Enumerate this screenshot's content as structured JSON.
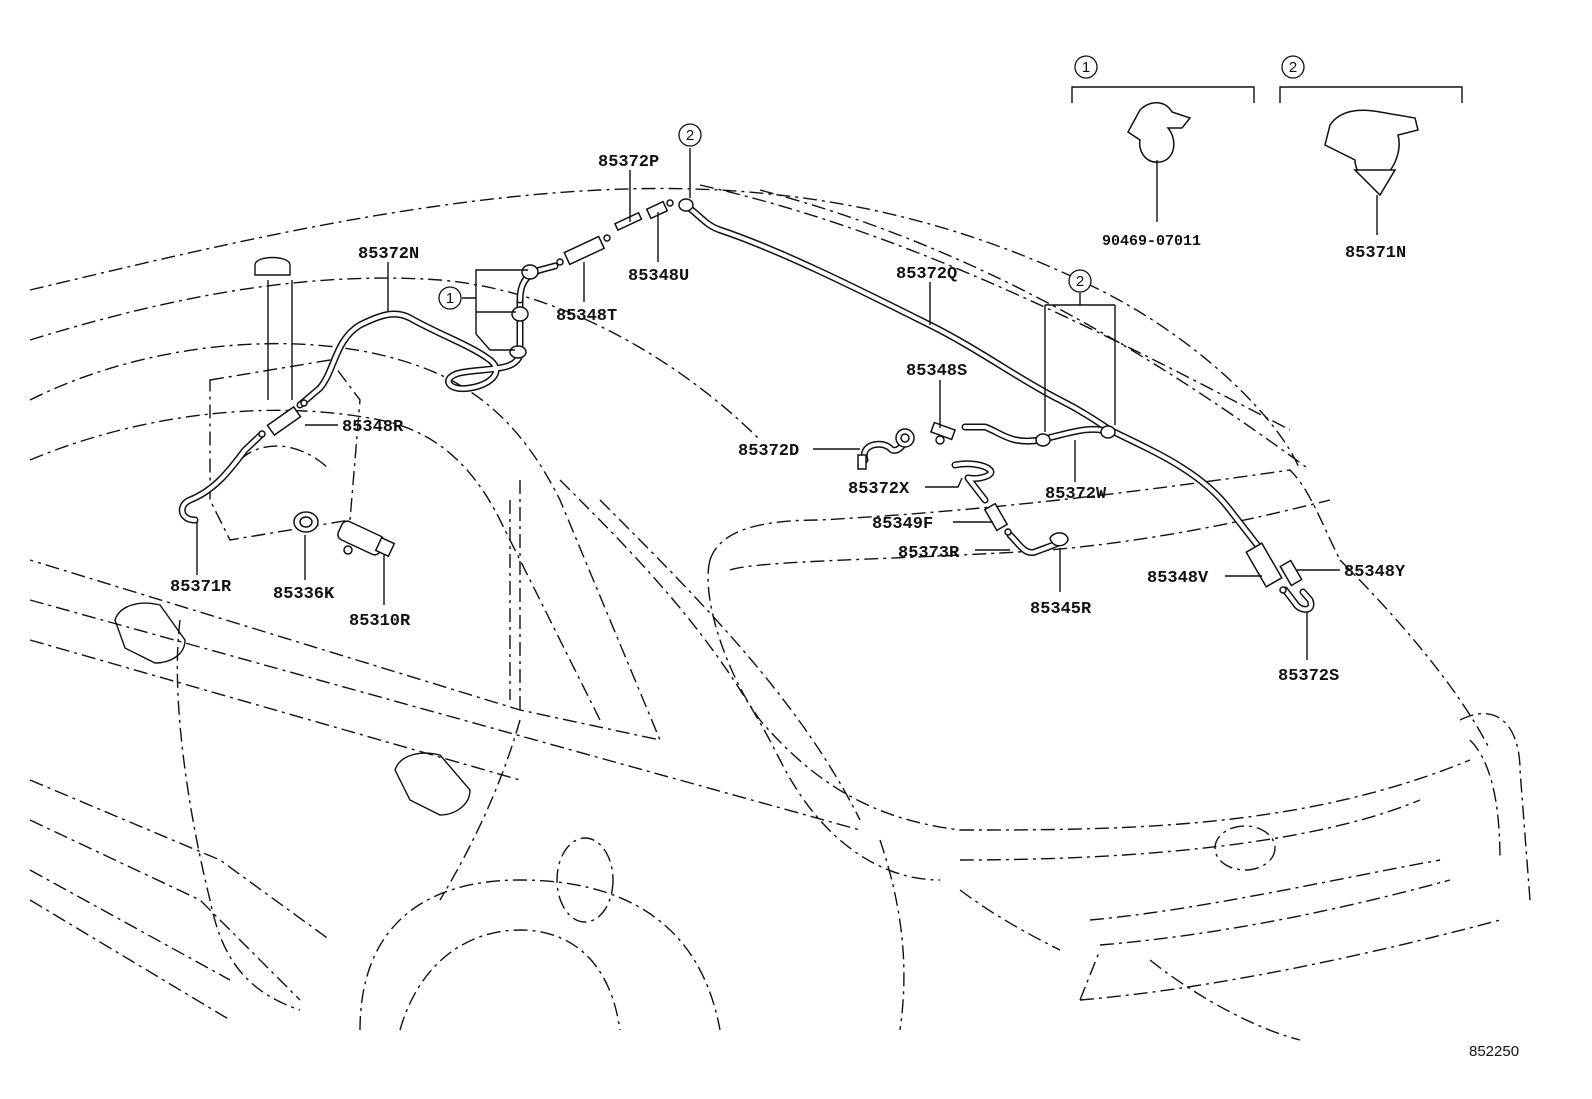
{
  "labels": {
    "p85372N": "85372N",
    "p85372P": "85372P",
    "p85348U": "85348U",
    "p85348T": "85348T",
    "p85372Q": "85372Q",
    "p85348S": "85348S",
    "p85372D": "85372D",
    "p85348R": "85348R",
    "p85372X": "85372X",
    "p85372W": "85372W",
    "p85349F": "85349F",
    "p85373R": "85373R",
    "p85345R": "85345R",
    "p85348V": "85348V",
    "p85348Y": "85348Y",
    "p85372S": "85372S",
    "p85371R": "85371R",
    "p85336K": "85336K",
    "p85310R": "85310R",
    "p90469": "90469-07011",
    "p85371N": "85371N"
  },
  "legend": {
    "marker1": "1",
    "marker2": "2"
  },
  "diagram_id": "852250"
}
